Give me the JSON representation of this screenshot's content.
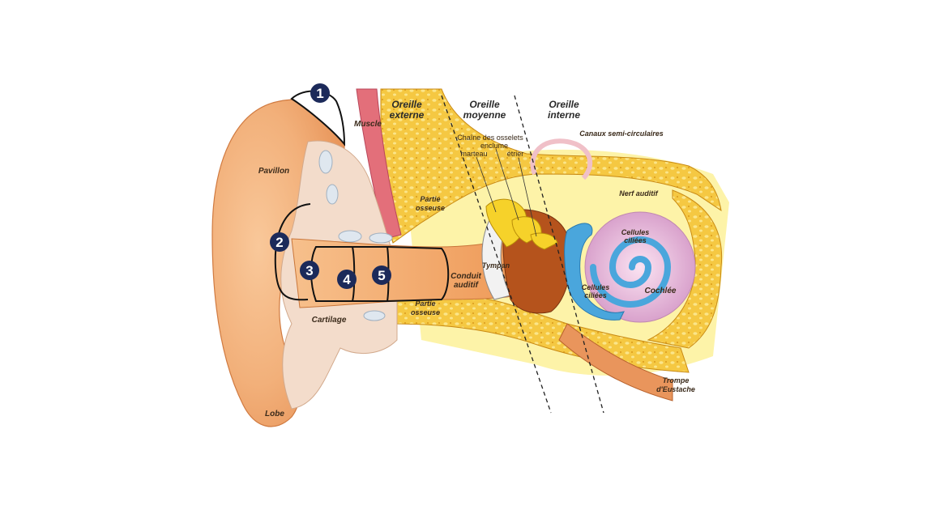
{
  "sections": {
    "external": [
      "Oreille",
      "externe"
    ],
    "middle": [
      "Oreille",
      "moyenne"
    ],
    "inner": [
      "Oreille",
      "interne"
    ]
  },
  "labels": {
    "muscle": "Muscle",
    "pavillon": "Pavillon",
    "partie_osseuse_top": [
      "Partie",
      "osseuse"
    ],
    "partie_osseuse_bottom": [
      "Partie",
      "osseuse"
    ],
    "conduit_auditif": [
      "Conduit",
      "auditif"
    ],
    "cartilage": "Cartilage",
    "lobe": "Lobe",
    "tympan": "Tympan",
    "chaine_osselets": "Chaîne des osselets",
    "enclume": "enclume",
    "marteau": "marteau",
    "etrier": "étrier",
    "canaux": "Canaux semi-circulaires",
    "nerf_auditif": "Nerf auditif",
    "cellules_ciliees_top": [
      "Cellules",
      "ciliées"
    ],
    "cellules_ciliees_left": [
      "Cellules",
      "ciliées"
    ],
    "cochlee": "Cochlée",
    "trompe": [
      "Trompe",
      "d'Eustache"
    ]
  },
  "markers": [
    "1",
    "2",
    "3",
    "4",
    "5"
  ],
  "colors": {
    "skin": "#f2b07a",
    "bone": "#f4c63a",
    "cartilage": "#f3dccb",
    "cochlea": "#e8b9d8",
    "spiral": "#4aa6dc",
    "marker": "#1c2a5a"
  }
}
